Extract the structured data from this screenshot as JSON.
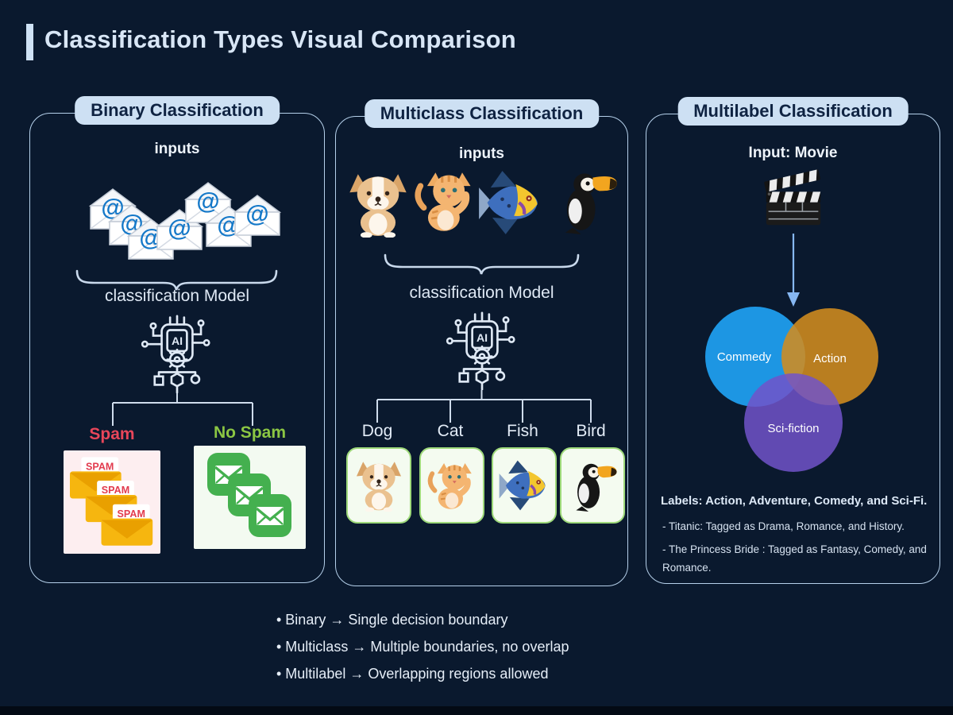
{
  "page": {
    "title": "Classification Types Visual Comparison",
    "background_color": "#0a192e",
    "accent_color": "#cfe2f5",
    "panel_border_color": "#b5d0ea"
  },
  "panels": {
    "binary": {
      "title": "Binary Classification",
      "inputs_label": "inputs",
      "model_label": "classification Model",
      "ai_label": "AI",
      "spam_note": "SPAM",
      "outputs": [
        {
          "label": "Spam",
          "color": "#e8465a"
        },
        {
          "label": "No Spam",
          "color": "#8bc643"
        }
      ]
    },
    "multiclass": {
      "title": "Multiclass Classification",
      "inputs_label": "inputs",
      "model_label": "classification Model",
      "ai_label": "AI",
      "outputs": [
        {
          "label": "Dog"
        },
        {
          "label": "Cat"
        },
        {
          "label": "Fish"
        },
        {
          "label": "Bird"
        }
      ]
    },
    "multilabel": {
      "title": "Multilabel Classification",
      "input_label": "Input: Movie",
      "venn": [
        {
          "label": "Commedy",
          "color": "#1f9ded"
        },
        {
          "label": "Action",
          "color": "#d18c1f"
        },
        {
          "label": "Sci-fiction",
          "color": "#7153c9"
        }
      ],
      "labels_line": "Labels: Action, Adventure, Comedy, and Sci-Fi.",
      "examples": [
        " - Titanic: Tagged as Drama, Romance, and History.",
        " - The Princess Bride : Tagged as Fantasy, Comedy, and Romance."
      ]
    }
  },
  "footer": {
    "bullets": [
      "• Binary → Single decision boundary",
      "• Multiclass → Multiple boundaries, no overlap",
      "• Multilabel → Overlapping regions allowed"
    ]
  },
  "icons": {
    "email": "envelope-with-at-icon",
    "model": "ai-chip-gear-icon",
    "movie": "clapperboard-icon",
    "dog": "corgi-icon",
    "cat": "kitten-icon",
    "fish": "angelfish-icon",
    "bird": "toucan-icon",
    "arrow": "down-arrow-icon"
  }
}
